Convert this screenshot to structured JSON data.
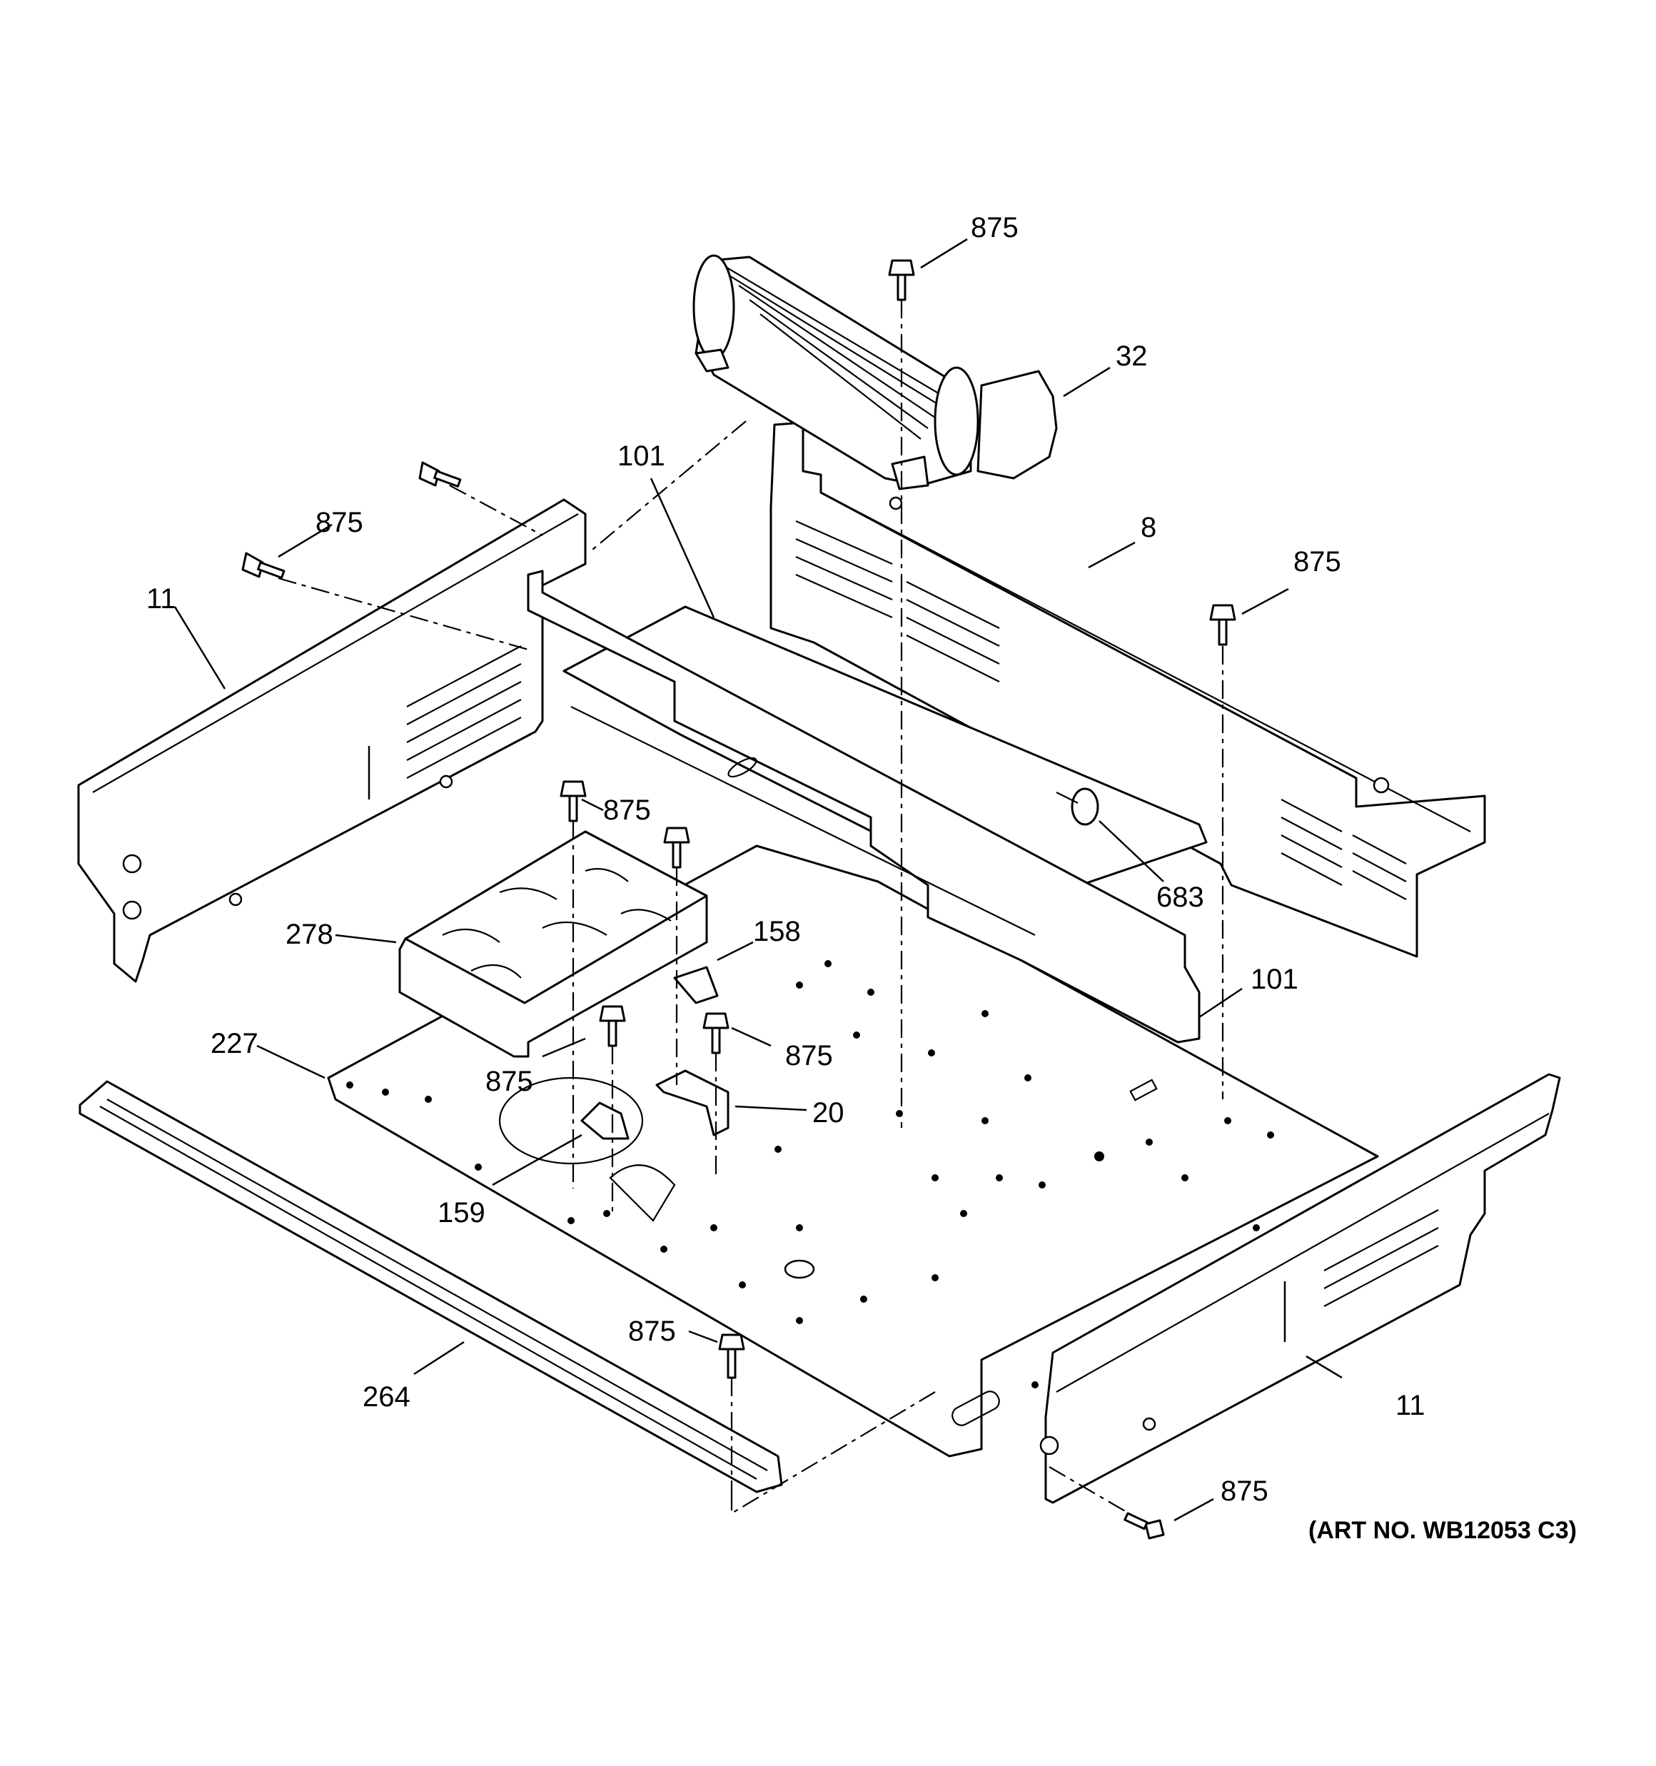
{
  "diagram": {
    "art_number": "(ART NO. WB12053 C3)",
    "callouts": [
      {
        "id": "c1",
        "text": "875"
      },
      {
        "id": "c2",
        "text": "32"
      },
      {
        "id": "c3",
        "text": "101"
      },
      {
        "id": "c4",
        "text": "8"
      },
      {
        "id": "c5",
        "text": "875"
      },
      {
        "id": "c6",
        "text": "875"
      },
      {
        "id": "c7",
        "text": "11"
      },
      {
        "id": "c8",
        "text": "875"
      },
      {
        "id": "c9",
        "text": "683"
      },
      {
        "id": "c10",
        "text": "278"
      },
      {
        "id": "c11",
        "text": "158"
      },
      {
        "id": "c12",
        "text": "101"
      },
      {
        "id": "c13",
        "text": "227"
      },
      {
        "id": "c14",
        "text": "875"
      },
      {
        "id": "c15",
        "text": "875"
      },
      {
        "id": "c16",
        "text": "20"
      },
      {
        "id": "c17",
        "text": "159"
      },
      {
        "id": "c18",
        "text": "875"
      },
      {
        "id": "c19",
        "text": "264"
      },
      {
        "id": "c20",
        "text": "11"
      },
      {
        "id": "c21",
        "text": "875"
      }
    ]
  }
}
